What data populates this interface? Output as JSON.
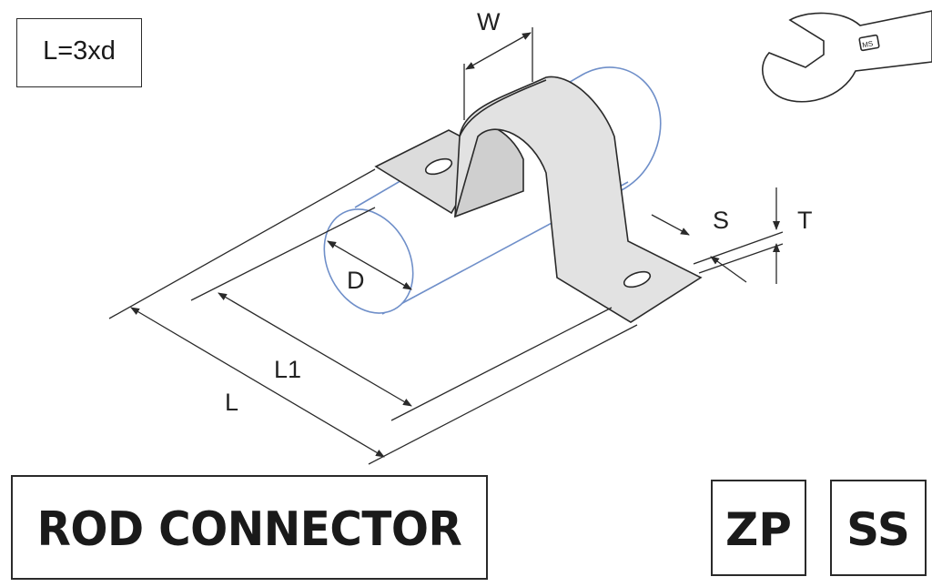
{
  "formula": "L=3xd",
  "title": "ROD CONNECTOR",
  "finish_codes": [
    "ZP",
    "SS"
  ],
  "dimension_labels": {
    "W": "W",
    "S": "S",
    "T": "T",
    "D": "D",
    "L1": "L1",
    "L": "L"
  },
  "wrench_mark": "MS",
  "colors": {
    "rod_outline": "#6f8fc9",
    "bracket_fill": "#dcdcdc",
    "line": "#2a2a2a"
  },
  "icons": [
    "wrench-icon"
  ]
}
